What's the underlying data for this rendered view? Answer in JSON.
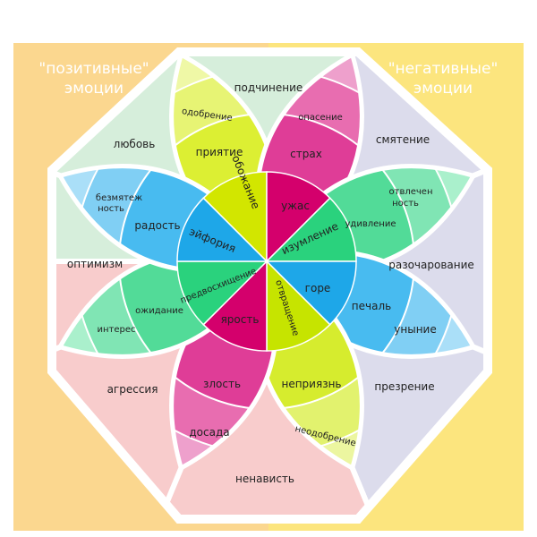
{
  "header": {
    "positive_line1": "\"позитивные\"",
    "positive_line2": "эмоции",
    "negative_line1": "\"негативные\"",
    "negative_line2": "эмоции"
  },
  "colors": {
    "bg_left": "#fbd78f",
    "bg_right": "#fce57e",
    "light_green": "#d6eedb",
    "lavender": "#dcdcec",
    "pink": "#f8cccc"
  },
  "petals": [
    {
      "angle_deg": -112.5,
      "colors": [
        "#d2e600",
        "#dcef33",
        "#e7f474",
        "#eff8a6"
      ],
      "labels": [
        "обожание",
        "приятие",
        "одобрение"
      ]
    },
    {
      "angle_deg": -67.5,
      "colors": [
        "#d4006c",
        "#df3d97",
        "#e86db0",
        "#eea0cc"
      ],
      "labels": [
        "ужас",
        "страх",
        "опасение"
      ]
    },
    {
      "angle_deg": -22.5,
      "colors": [
        "#2ad27d",
        "#52db98",
        "#80e5b4",
        "#aaf0cc"
      ],
      "labels": [
        "изумление",
        "удивление",
        "отвлеченность"
      ]
    },
    {
      "angle_deg": 22.5,
      "colors": [
        "#1ea7e8",
        "#48bbf0",
        "#80cff4",
        "#aadff8"
      ],
      "labels": [
        "горе",
        "печаль",
        "уныние"
      ]
    },
    {
      "angle_deg": 67.5,
      "colors": [
        "#c6e400",
        "#d6ec2e",
        "#e2f26e",
        "#ecf6a0"
      ],
      "labels": [
        "отвращение",
        "неприязнь",
        "неодобрение"
      ]
    },
    {
      "angle_deg": 112.5,
      "colors": [
        "#d4006c",
        "#df3d97",
        "#e86db0",
        "#eea0cc"
      ],
      "labels": [
        "ярость",
        "злость",
        "досада"
      ]
    },
    {
      "angle_deg": 157.5,
      "colors": [
        "#2ad27d",
        "#52db98",
        "#80e5b4",
        "#aaf0cc"
      ],
      "labels": [
        "предвосхищение",
        "ожидание",
        "интерес"
      ]
    },
    {
      "angle_deg": -157.5,
      "colors": [
        "#1ea7e8",
        "#48bbf0",
        "#80cff4",
        "#aadff8"
      ],
      "labels": [
        "эйфория",
        "радость",
        "безмятежность"
      ]
    }
  ],
  "dyads": {
    "love": "любовь",
    "submission": "подчинение",
    "awe": "смятение",
    "disappointment": "разочарование",
    "contempt": "презрение",
    "hate": "ненависть",
    "aggression": "агрессия",
    "optimism": "оптимизм"
  },
  "split_labels": {
    "serenity_1": "безмятеж",
    "serenity_2": "ность",
    "distraction_1": "отвлечен",
    "distraction_2": "ность"
  }
}
